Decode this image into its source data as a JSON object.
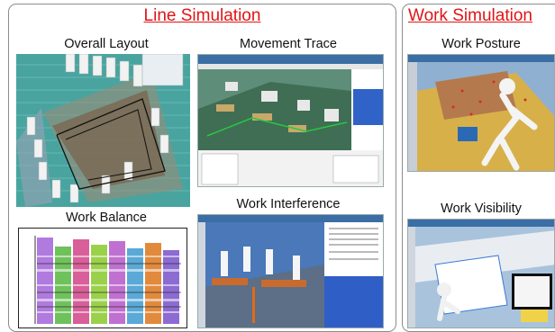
{
  "line_simulation": {
    "title": "Line Simulation",
    "items": {
      "overall_layout": "Overall Layout",
      "movement_trace": "Movement Trace",
      "work_balance": "Work Balance",
      "work_interference": "Work Interference"
    }
  },
  "work_simulation": {
    "title": "Work Simulation",
    "items": {
      "work_posture": "Work Posture",
      "work_visibility": "Work Visibility"
    }
  }
}
